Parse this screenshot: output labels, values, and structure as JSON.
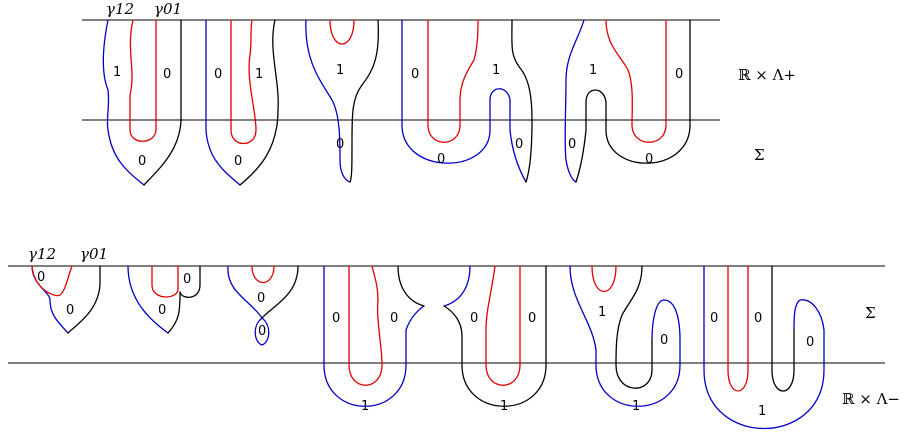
{
  "colors": {
    "blue": "#0000c8",
    "red": "#e00000",
    "black": "#000000"
  },
  "top": {
    "gamma12": "γ12",
    "gamma01": "γ01",
    "label_upper": "ℝ × Λ+",
    "label_lower": "Σ",
    "pieces": [
      {
        "upper": "1",
        "middle": "0",
        "lower": "0"
      },
      {
        "upper": "0",
        "middle": "1",
        "lower": "0"
      },
      {
        "upper": "1",
        "lower": "0"
      },
      {
        "upper_left": "0",
        "upper_right": "1",
        "lower_left": "0",
        "lower_right": "0"
      },
      {
        "upper_left": "1",
        "upper_right": "0",
        "lower_left": "0",
        "lower_right": "0"
      }
    ]
  },
  "bottom": {
    "gamma12": "γ12",
    "gamma01": "γ01",
    "label_upper": "Σ",
    "label_lower": "ℝ × Λ−",
    "pieces": [
      {
        "a": "0",
        "b": "0"
      },
      {
        "a": "0",
        "b": "0"
      },
      {
        "a": "0",
        "b": "0"
      },
      {
        "a": "0",
        "b": "0",
        "c": "1"
      },
      {
        "a": "0",
        "b": "0",
        "c": "1"
      },
      {
        "a": "1",
        "b": "0",
        "c": "1"
      },
      {
        "a": "0",
        "b": "0",
        "c": "0",
        "d": "1"
      }
    ]
  }
}
